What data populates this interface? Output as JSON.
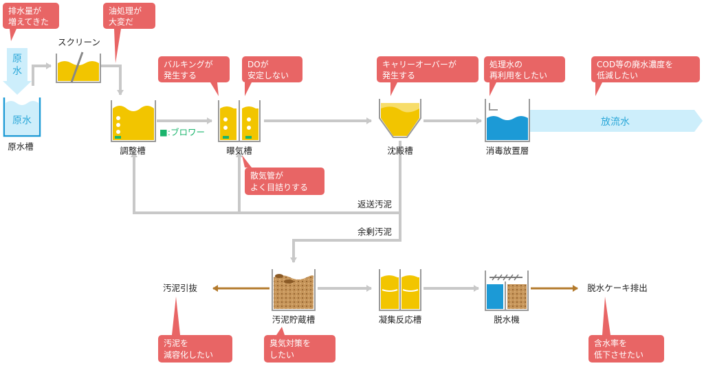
{
  "callouts": {
    "haisui": [
      "排水量が",
      "増えてきた"
    ],
    "yushori": [
      "油処理が",
      "大変だ"
    ],
    "bulking": [
      "バルキングが",
      "発生する"
    ],
    "do": [
      "DOが",
      "安定しない"
    ],
    "carryover": [
      "キャリーオーバーが",
      "発生する"
    ],
    "reuse": [
      "処理水の",
      "再利用をしたい"
    ],
    "cod": [
      "COD等の廃水濃度を",
      "低減したい"
    ],
    "sankikan": [
      "散気管が",
      "よく目詰りする"
    ],
    "sludge_reduce": [
      "汚泥を",
      "減容化したい"
    ],
    "odor": [
      "臭気対策を",
      "したい"
    ],
    "water_content": [
      "含水率を",
      "低下させたい"
    ]
  },
  "labels": {
    "raw_water_top": [
      "原",
      "水"
    ],
    "raw_water_tank_inner": "原水",
    "raw_water_tank": "原水槽",
    "screen": "スクリーン",
    "adjustment_tank": "調整槽",
    "blower": "■:ブロワー",
    "aeration_tank": "曝気槽",
    "sedimentation_tank": "沈殿槽",
    "disinfection_tank": "消毒放置層",
    "discharge": "放流水",
    "return_sludge": "返送汚泥",
    "excess_sludge": "余剰汚泥",
    "sludge_storage": "汚泥貯蔵槽",
    "coagulation_tank": "凝集反応槽",
    "dehydrator": "脱水機",
    "sludge_removal": "汚泥引抜",
    "cake_discharge": "脱水ケーキ排出"
  },
  "colors": {
    "callout": "#e86565",
    "flow": "#c8c8c8",
    "yellow": "#f2c500",
    "blue": "#1c9ad6",
    "sludge": "#c6955a",
    "green": "#19b46c",
    "discharge": "#cdeefb",
    "brown_arrow": "#b37a2c"
  }
}
